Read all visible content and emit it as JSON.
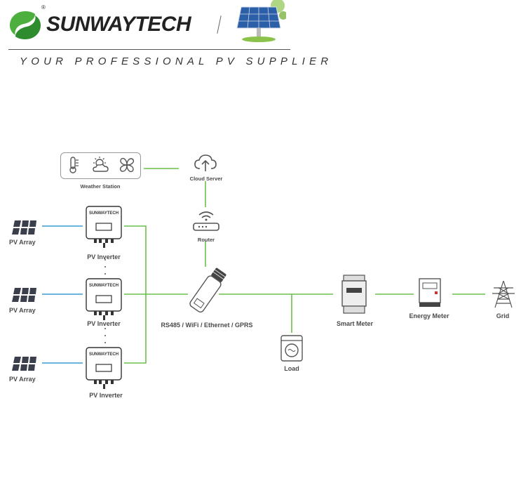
{
  "header": {
    "brand_name": "SUNWAYTECH",
    "registered_mark": "®",
    "tagline": "YOUR PROFESSIONAL PV SUPPLIER"
  },
  "diagram": {
    "weather_station": {
      "label": "Weather Station",
      "icons": [
        "thermometer-icon",
        "sun-cloud-icon",
        "wind-fan-icon"
      ]
    },
    "cloud_server": {
      "label": "Cloud Server",
      "icon": "cloud-upload-icon"
    },
    "router": {
      "label": "Router",
      "icon": "wifi-router-icon"
    },
    "pv_arrays": [
      {
        "label": "PV Array"
      },
      {
        "label": "PV Array"
      },
      {
        "label": "PV Array"
      }
    ],
    "pv_inverters": [
      {
        "label": "PV Inverter"
      },
      {
        "label": "PV Inverter"
      },
      {
        "label": "PV Inverter"
      }
    ],
    "datalogger": {
      "label": "RS485 / WiFi / Ethernet / GPRS"
    },
    "load": {
      "label": "Load",
      "icon": "washing-machine-icon"
    },
    "smart_meter": {
      "label": "Smart Meter"
    },
    "energy_meter": {
      "label": "Energy Meter"
    },
    "grid": {
      "label": "Grid",
      "icon": "power-tower-icon"
    },
    "colors": {
      "green_link": "#6abf4b",
      "blue_link": "#3d9ad6",
      "icon_stroke": "#555555",
      "panel": "#3a3f4b"
    }
  }
}
